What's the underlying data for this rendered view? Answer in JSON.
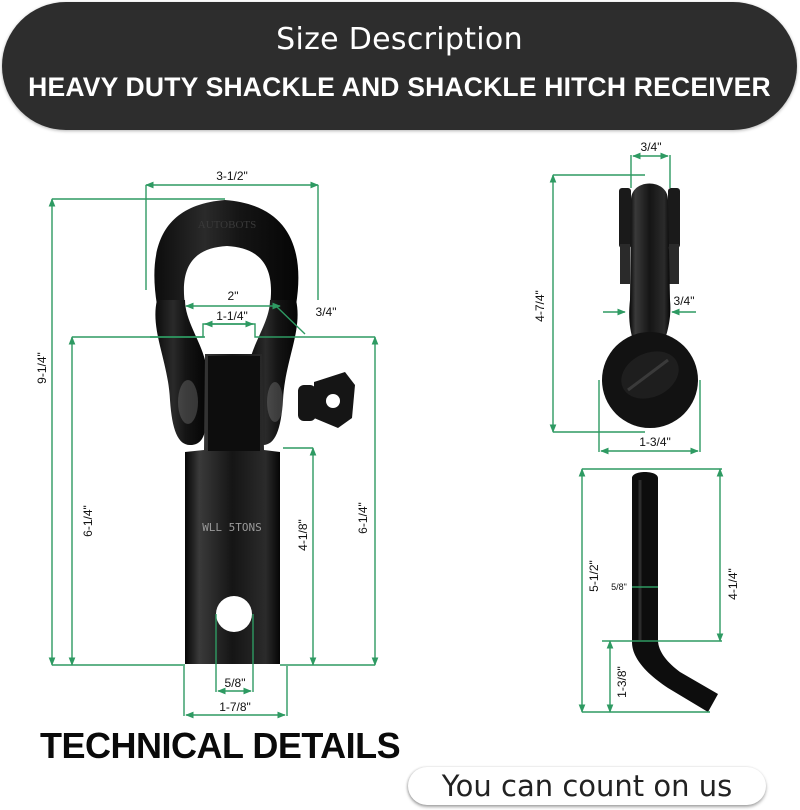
{
  "header": {
    "title": "Size Description",
    "subtitle": "HEAVY DUTY SHACKLE AND SHACKLE HITCH RECEIVER",
    "background_color": "#2d2d2d",
    "text_color": "#ffffff"
  },
  "colors": {
    "dimension_line": "#2e9a62",
    "product": "#111111"
  },
  "front_view": {
    "shackle_brand_emboss": "AUTOBOTS",
    "receiver_emboss": "WLL 5TONS",
    "dimensions": {
      "overall_width": "3-1/2\"",
      "overall_height": "9-1/4\"",
      "shackle_opening": "2\"",
      "pin_gap": "1-1/4\"",
      "shackle_bow_thickness": "3/4\"",
      "receiver_length_left": "6-1/4\"",
      "receiver_length_right": "6-1/4\"",
      "shank_length": "4-1/8\"",
      "hole_diameter": "5/8\"",
      "shank_width": "1-7/8\""
    }
  },
  "side_view": {
    "dimensions": {
      "top_width": "3/4\"",
      "height": "4-7/4\"",
      "body_thickness": "3/4\"",
      "eye_width": "1-3/4\""
    }
  },
  "pin_view": {
    "dimensions": {
      "overall_length": "5-1/2\"",
      "straight_length": "4-1/4\"",
      "diameter": "5/8\"",
      "bend_length": "1-3/8\""
    }
  },
  "footer": {
    "section_title": "TECHNICAL DETAILS",
    "tagline": "You can count on us"
  }
}
